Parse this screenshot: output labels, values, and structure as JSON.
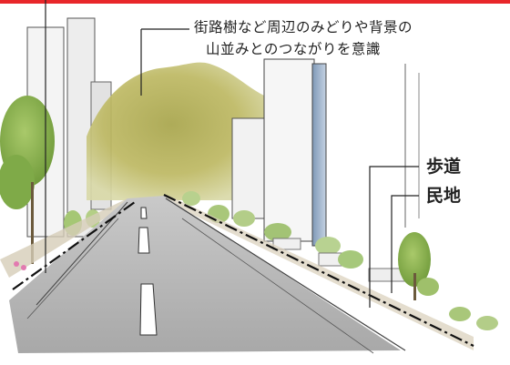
{
  "annotation": {
    "line1": "街路樹など周辺のみどりや背景の",
    "line2": "山並みとのつながりを意識"
  },
  "labels": {
    "sidewalk": "歩道",
    "private_land": "民地"
  },
  "colors": {
    "top_bar": "#e8262a",
    "mountain_green": "#b8b45a",
    "tree_green": "#8fb84a",
    "road": "#b9b9b9",
    "building_blue": "#9fb4cc"
  }
}
